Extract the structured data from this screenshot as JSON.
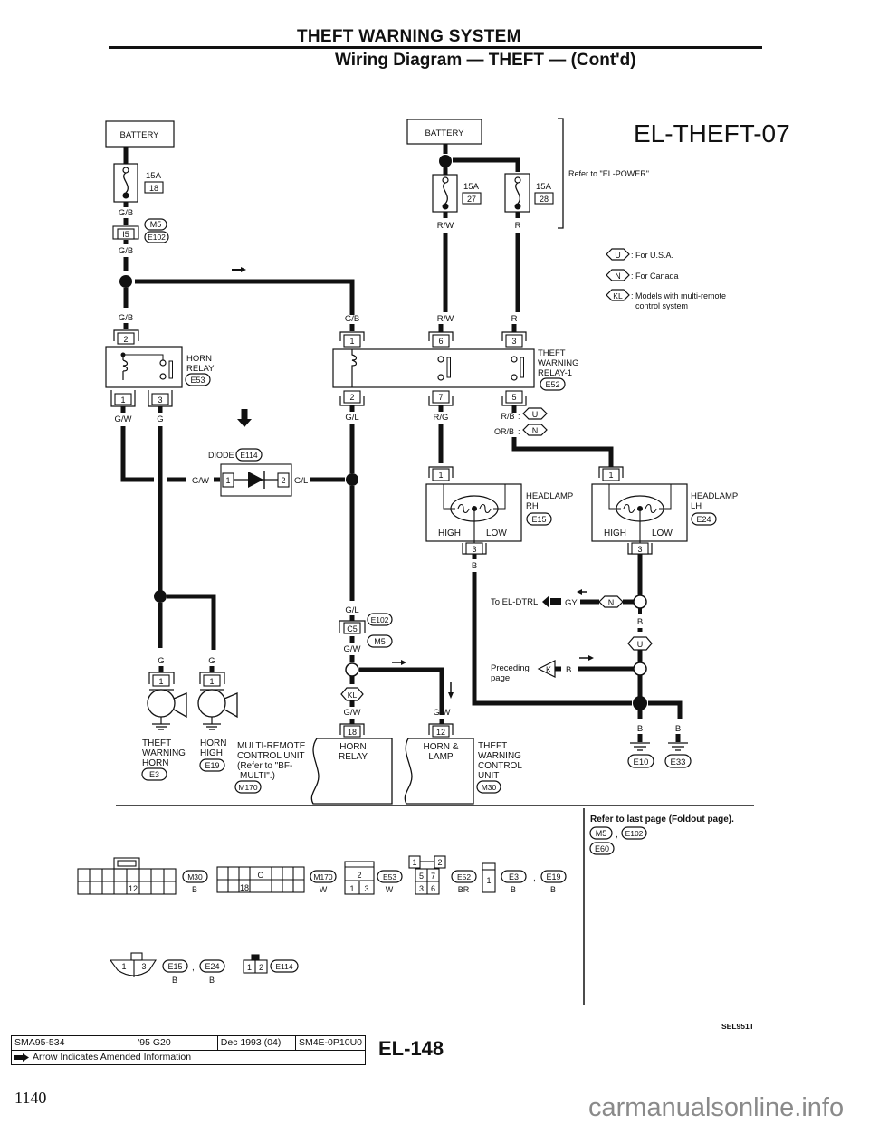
{
  "header": {
    "section_title": "THEFT WARNING SYSTEM",
    "subtitle": "Wiring Diagram — THEFT — (Cont'd)",
    "diagram_id": "EL-THEFT-07"
  },
  "power": {
    "battery_label": "BATTERY",
    "refer_note": "Refer to \"EL-POWER\".",
    "fuses": [
      {
        "rating": "15A",
        "number": "18"
      },
      {
        "rating": "15A",
        "number": "27"
      },
      {
        "rating": "15A",
        "number": "28"
      }
    ]
  },
  "legend": {
    "items": [
      {
        "code": "U",
        "text": ": For U.S.A."
      },
      {
        "code": "N",
        "text": ": For Canada"
      },
      {
        "code": "KL",
        "text": ": Models with multi-remote",
        "text2": "control system"
      }
    ]
  },
  "wires": {
    "gb": "G/B",
    "rw": "R/W",
    "r": "R",
    "gw": "G/W",
    "g": "G",
    "gl": "G/L",
    "rg": "R/G",
    "rb": "R/B",
    "orb": "OR/B",
    "b": "B",
    "gy": "GY"
  },
  "connectors": {
    "m5": "M5",
    "e102": "E102",
    "i5": "I5",
    "c5": "C5",
    "e53": "E53",
    "e52": "E52",
    "e114": "E114",
    "e15": "E15",
    "e24": "E24",
    "e3": "E3",
    "e19": "E19",
    "m170": "M170",
    "m30": "M30",
    "e10": "E10",
    "e33": "E33",
    "e60": "E60",
    "u": "U",
    "n": "N",
    "kl": "KL",
    "k": "K"
  },
  "components": {
    "horn_relay": {
      "name": "HORN",
      "name2": "RELAY",
      "pins": [
        "2",
        "1",
        "3"
      ]
    },
    "theft_relay": {
      "name": "THEFT",
      "name2": "WARNING",
      "name3": "RELAY-1",
      "pins": [
        "1",
        "2",
        "6",
        "7",
        "3",
        "5"
      ]
    },
    "diode": {
      "name": "DIODE",
      "pins": [
        "1",
        "2"
      ]
    },
    "headlamp_rh": {
      "name": "HEADLAMP",
      "name2": "RH",
      "high": "HIGH",
      "low": "LOW",
      "pins": [
        "1",
        "3"
      ]
    },
    "headlamp_lh": {
      "name": "HEADLAMP",
      "name2": "LH",
      "high": "HIGH",
      "low": "LOW",
      "pins": [
        "1",
        "3"
      ]
    },
    "theft_horn": {
      "name": "THEFT",
      "name2": "WARNING",
      "name3": "HORN",
      "pin": "1"
    },
    "horn_high": {
      "name": "HORN",
      "name2": "HIGH",
      "pin": "1"
    },
    "multi_remote": {
      "line1": "MULTI-REMOTE",
      "line2": "CONTROL UNIT",
      "line3": "(Refer to \"BF-",
      "line4": "MULTI\".)",
      "pin": "18",
      "block": "HORN",
      "block2": "RELAY"
    },
    "theft_control": {
      "line1": "THEFT",
      "line2": "WARNING",
      "line3": "CONTROL",
      "line4": "UNIT",
      "pin": "12",
      "block": "HORN &",
      "block2": "LAMP"
    }
  },
  "routing": {
    "to_dtrl": "To EL-DTRL",
    "preceding": "Preceding",
    "page": "page"
  },
  "connector_views": {
    "m30_pin": "12",
    "m30_color": "B",
    "m170_pin_top": "O",
    "m170_pin": "18",
    "m170_color": "W",
    "e53_pins": [
      "2",
      "1",
      "3"
    ],
    "e53_color": "W",
    "e52_pins": [
      "1",
      "2",
      "5",
      "7",
      "3",
      "6"
    ],
    "e52_color": "BR",
    "e3_pin": "1",
    "e3_color": "B",
    "e19_color": "B",
    "e15_pins": [
      "1",
      "3"
    ],
    "e15_color": "B",
    "e24_color": "B",
    "e114_pins": [
      "1",
      "2"
    ],
    "sep": ","
  },
  "refer_note": {
    "text": "Refer to last page (Foldout page)."
  },
  "footer": {
    "code": "SMA95-534",
    "model": "'95 G20",
    "date": "Dec 1993 (04)",
    "doc": "SM4E-0P10U0",
    "amended": "Arrow Indicates Amended Information",
    "page_code": "EL-148",
    "figure_id": "SEL951T",
    "page_number": "1140",
    "watermark": "carmanualsonline.info"
  }
}
